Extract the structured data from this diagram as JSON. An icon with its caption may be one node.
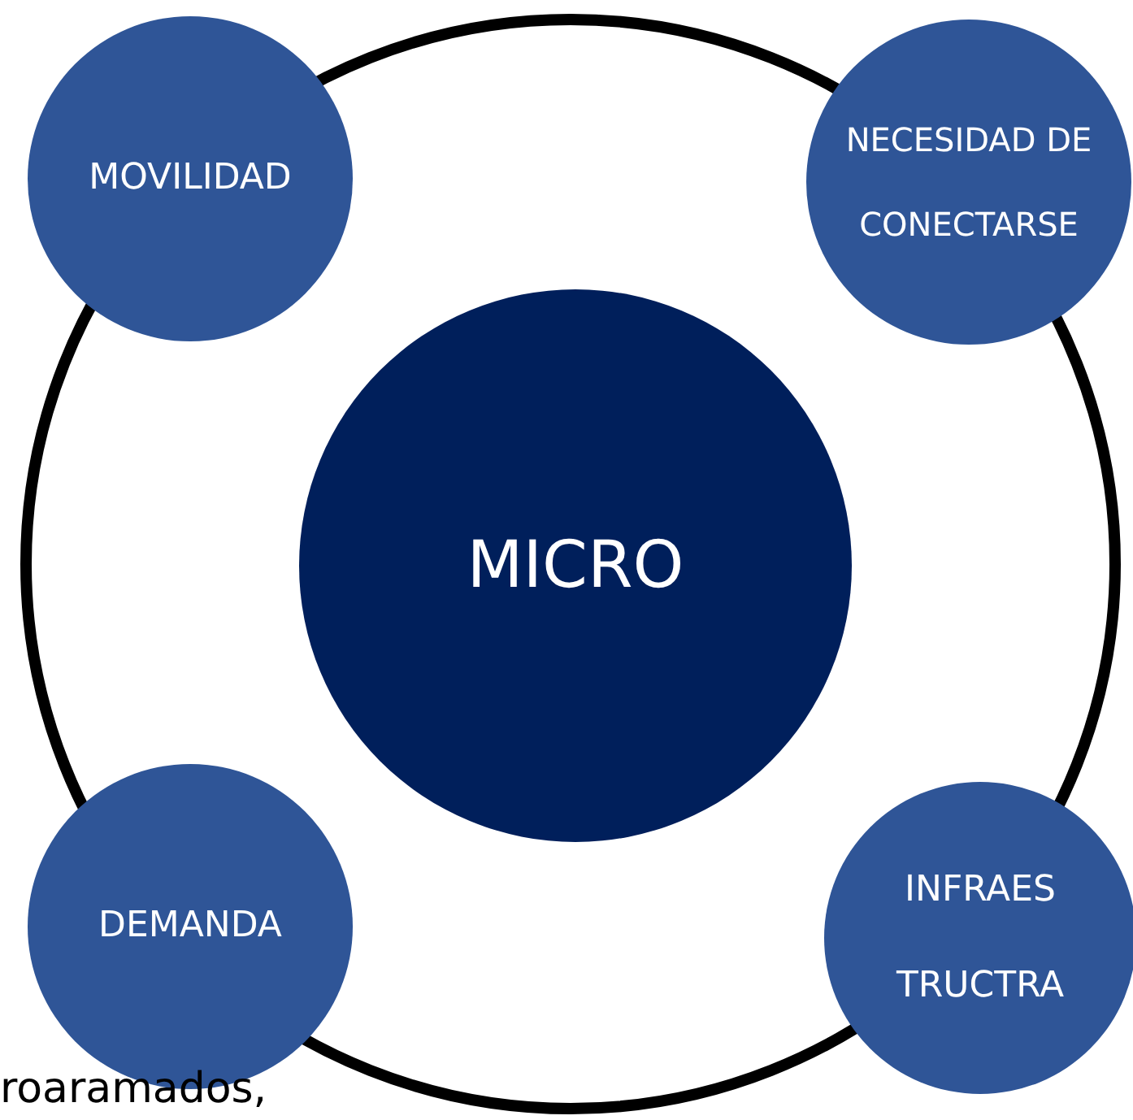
{
  "diagram": {
    "nodes": [
      {
        "text": [
          "MICRO"
        ]
      },
      {
        "text": [
          "MOVILIDAD"
        ]
      },
      {
        "text": [
          "NECESIDAD DE CONECTARSE"
        ]
      },
      {
        "text": [
          "DEMANDA"
        ]
      },
      {
        "text": [
          "INFRAES TRUCTRA"
        ]
      }
    ],
    "labels": [
      "roaramados,"
    ]
  }
}
